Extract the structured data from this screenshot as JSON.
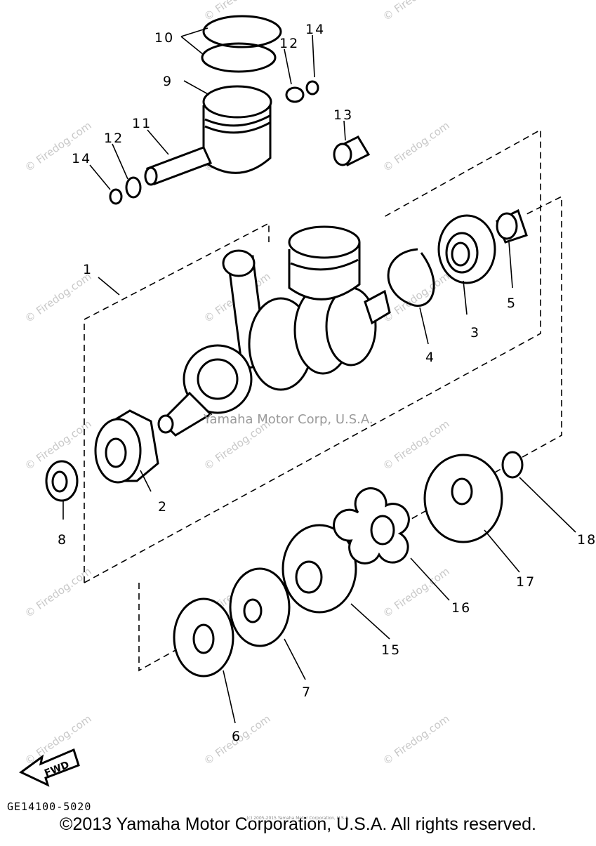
{
  "diagram": {
    "part_labels": [
      "1",
      "2",
      "3",
      "4",
      "5",
      "6",
      "7",
      "8",
      "9",
      "10",
      "11",
      "12",
      "12",
      "13",
      "14",
      "14",
      "15",
      "16",
      "17",
      "18"
    ],
    "fwd_label": "FWD",
    "center_watermark": "Yamaha Motor Corp, U.S.A.",
    "watermark": "© Firedog.com",
    "drawing_code": "GE14100-5020",
    "tiny_notice": "(c) 2005-2015 Yamaha Motor Corporation, U.S.A.",
    "copyright": "©2013 Yamaha Motor Corporation, U.S.A. All rights reserved."
  }
}
